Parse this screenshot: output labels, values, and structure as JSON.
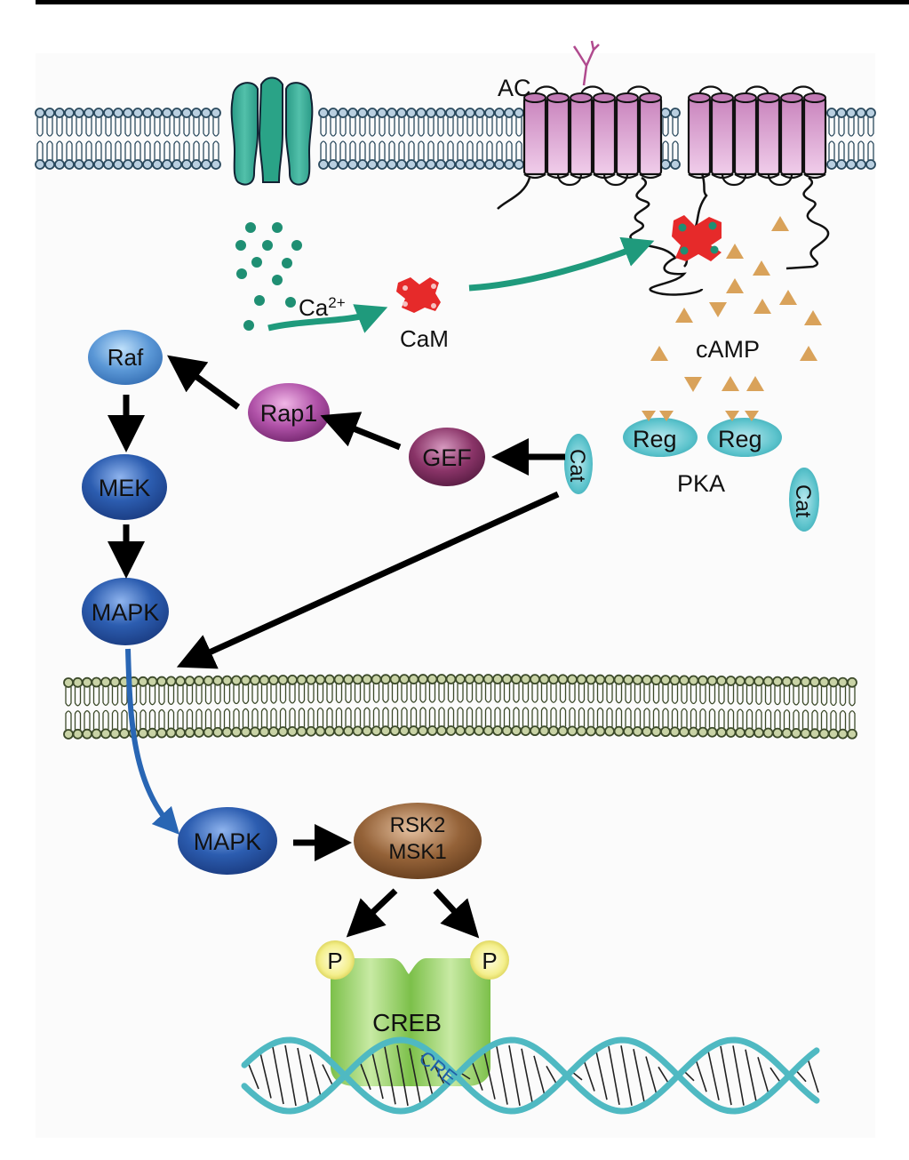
{
  "figure": {
    "description": "cAMP / Ca2+ signaling to CREB via PKA and MAPK",
    "colors": {
      "membrane_top_heads": "#b9cfe0",
      "membrane_top_outline": "#2b4a5e",
      "membrane_nuclear_heads": "#c9d3a6",
      "membrane_nuclear_outline": "#3c4a2a",
      "channel": "#2fa38e",
      "adenylyl_cyclase": "#d9a0cf",
      "calcium": "#1f8f73",
      "calmodulin": "#e62a2a",
      "camp": "#d9a25a",
      "pka": "#5cc3cc",
      "raf": "#5a97d6",
      "mek_mapk": "#2c5db0",
      "rap1_gef": "#9a3d8e",
      "gef": "#7f2f5f",
      "rsk_msk": "#8a5a34",
      "creb": "#8fcf5a",
      "phosphate": "#f2ee8a",
      "dna": "#4fb9c2",
      "cre_label": "#1f5fa8",
      "arrow_black": "#000000",
      "arrow_teal": "#1f9a7c",
      "arrow_blue": "#2966b4"
    }
  },
  "labels": {
    "ac": "AC",
    "calcium": "Ca",
    "calcium_sup": "2+",
    "calmodulin": "CaM",
    "camp": "cAMP",
    "reg1": "Reg",
    "reg2": "Reg",
    "pka": "PKA",
    "cat_free": "Cat",
    "cat_active": "Cat",
    "raf": "Raf",
    "rap1": "Rap1",
    "gef": "GEF",
    "mek": "MEK",
    "mapk_cyto": "MAPK",
    "mapk_nuc": "MAPK",
    "rsk2": "RSK2",
    "msk1": "MSK1",
    "p_left": "P",
    "p_right": "P",
    "creb": "CREB",
    "cre": "CRE"
  }
}
